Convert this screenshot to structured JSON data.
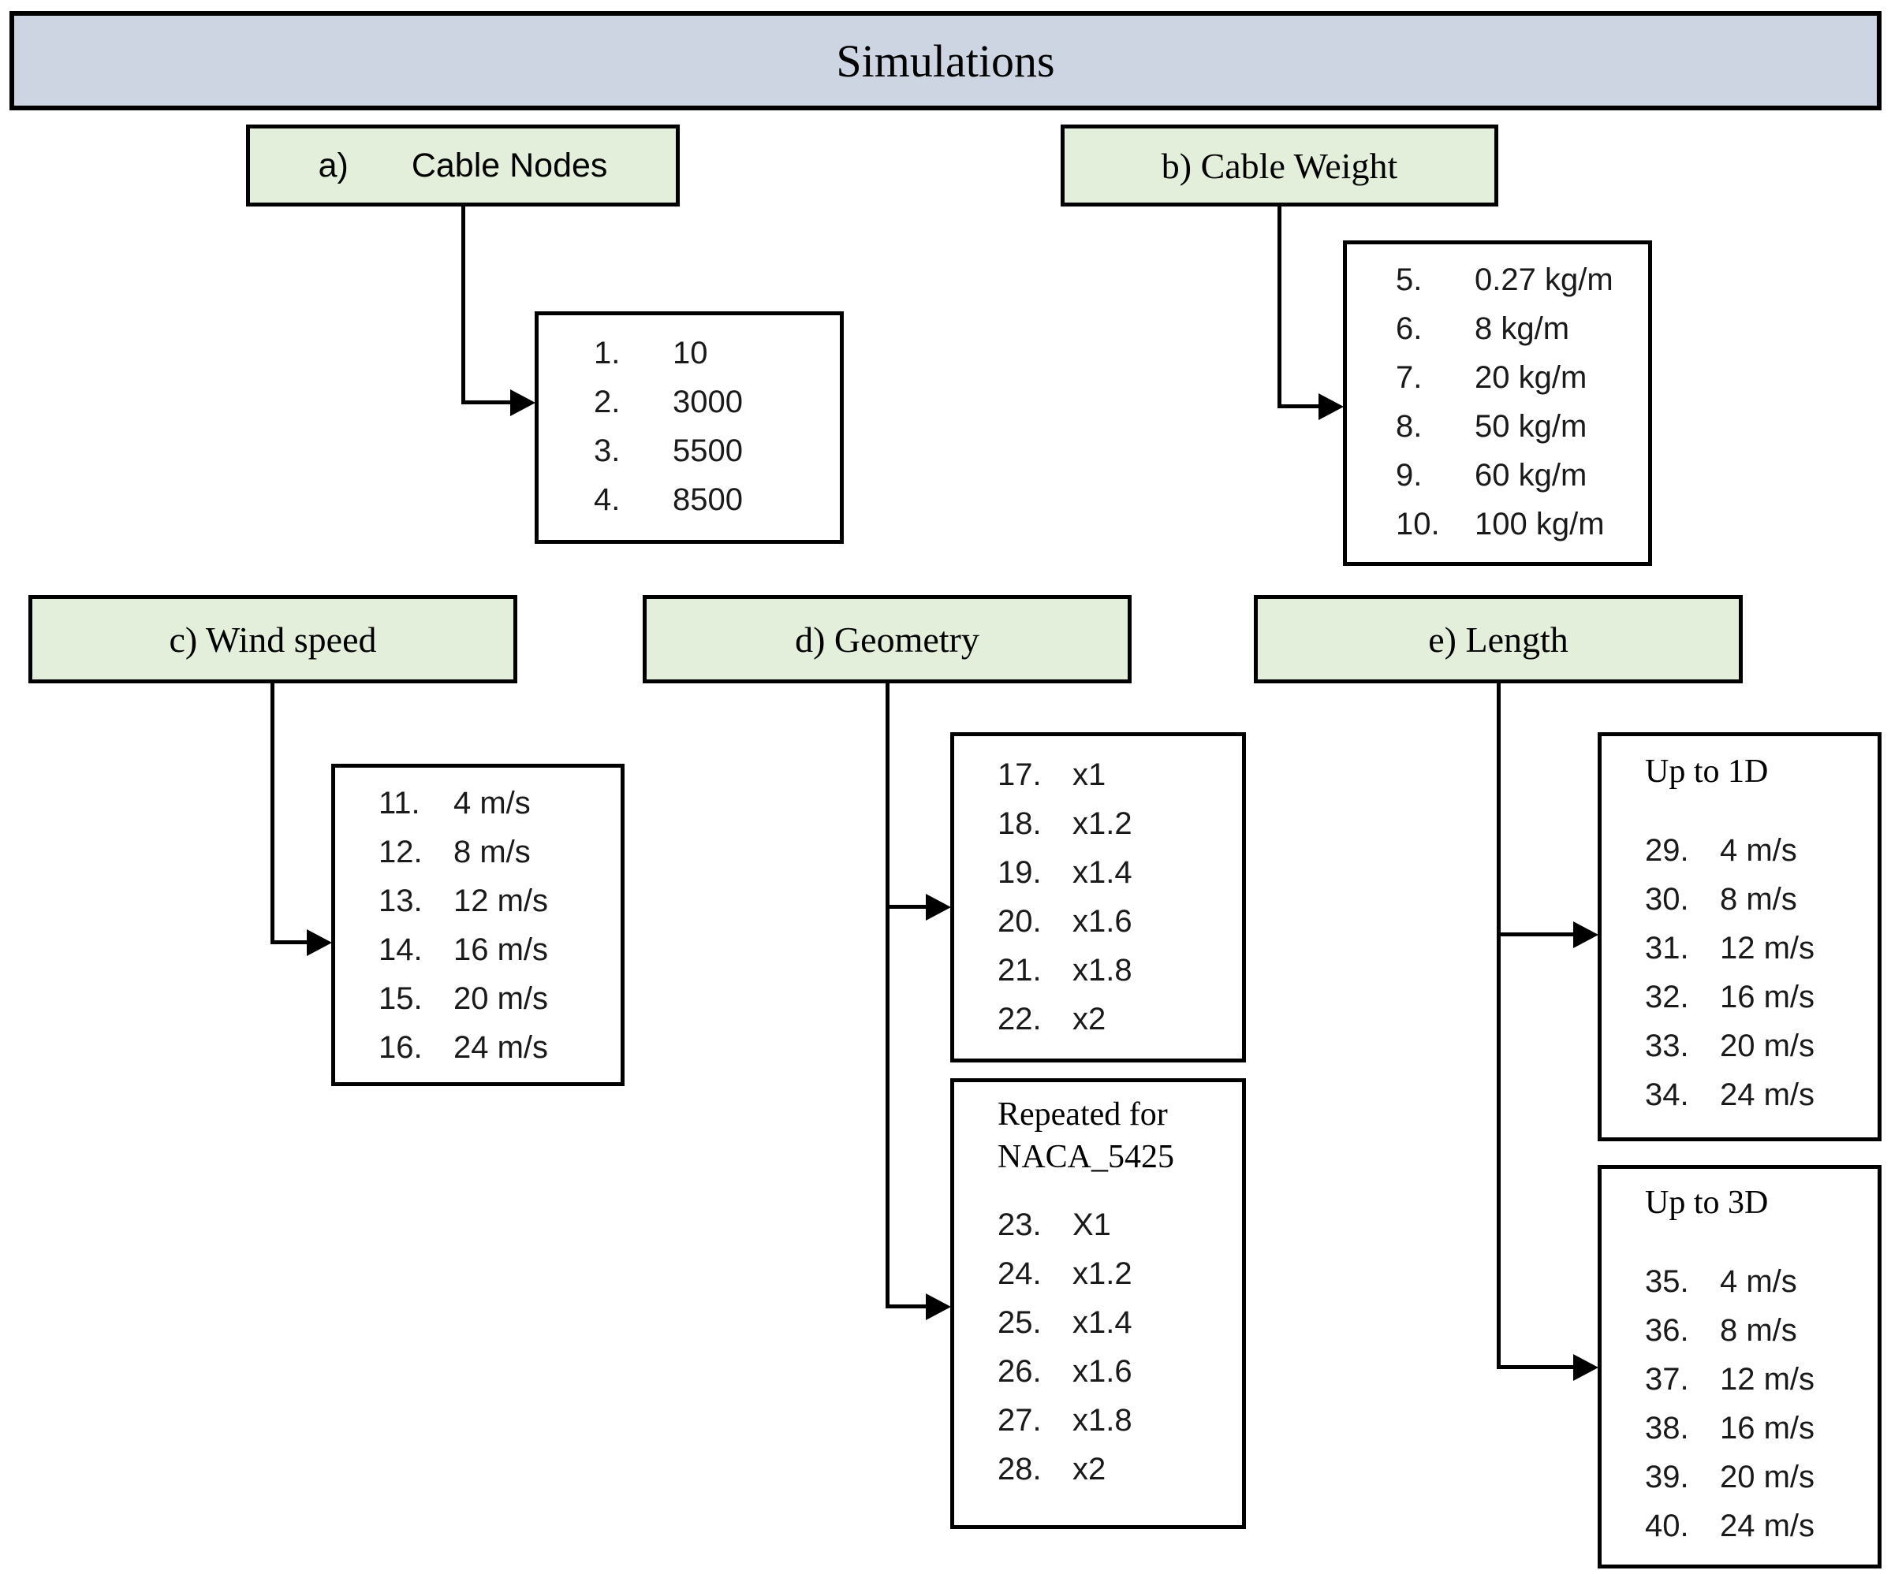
{
  "title": "Simulations",
  "colors": {
    "header_bg": "#cdd5e3",
    "category_bg": "#e3efdb",
    "border": "#000000"
  },
  "categories": {
    "a": {
      "prefix": "a)",
      "label": "Cable Nodes"
    },
    "b": {
      "label": "b) Cable Weight"
    },
    "c": {
      "label": "c) Wind speed"
    },
    "d": {
      "label": "d) Geometry"
    },
    "e": {
      "label": "e) Length"
    }
  },
  "lists": {
    "cable_nodes": {
      "items": [
        [
          "1.",
          "10"
        ],
        [
          "2.",
          "3000"
        ],
        [
          "3.",
          "5500"
        ],
        [
          "4.",
          "8500"
        ]
      ]
    },
    "cable_weight": {
      "items": [
        [
          "5.",
          "0.27 kg/m"
        ],
        [
          "6.",
          "8 kg/m"
        ],
        [
          "7.",
          "20 kg/m"
        ],
        [
          "8.",
          "50 kg/m"
        ],
        [
          "9.",
          "60 kg/m"
        ],
        [
          "10.",
          "100 kg/m"
        ]
      ]
    },
    "wind_speed": {
      "items": [
        [
          "11.",
          "4 m/s"
        ],
        [
          "12.",
          "8 m/s"
        ],
        [
          "13.",
          "12 m/s"
        ],
        [
          "14.",
          "16 m/s"
        ],
        [
          "15.",
          "20 m/s"
        ],
        [
          "16.",
          "24 m/s"
        ]
      ]
    },
    "geometry": {
      "items": [
        [
          "17.",
          "x1"
        ],
        [
          "18.",
          "x1.2"
        ],
        [
          "19.",
          "x1.4"
        ],
        [
          "20.",
          "x1.6"
        ],
        [
          "21.",
          "x1.8"
        ],
        [
          "22.",
          "x2"
        ]
      ]
    },
    "geometry_repeat": {
      "title_line1": "Repeated for",
      "title_line2": "NACA_5425",
      "items": [
        [
          "23.",
          "X1"
        ],
        [
          "24.",
          "x1.2"
        ],
        [
          "25.",
          "x1.4"
        ],
        [
          "26.",
          "x1.6"
        ],
        [
          "27.",
          "x1.8"
        ],
        [
          "28.",
          "x2"
        ]
      ]
    },
    "length_1d": {
      "title": "Up to 1D",
      "items": [
        [
          "29.",
          "4 m/s"
        ],
        [
          "30.",
          "8 m/s"
        ],
        [
          "31.",
          "12 m/s"
        ],
        [
          "32.",
          "16 m/s"
        ],
        [
          "33.",
          "20 m/s"
        ],
        [
          "34.",
          "24 m/s"
        ]
      ]
    },
    "length_3d": {
      "title": "Up to 3D",
      "items": [
        [
          "35.",
          "4 m/s"
        ],
        [
          "36.",
          "8 m/s"
        ],
        [
          "37.",
          "12 m/s"
        ],
        [
          "38.",
          "16 m/s"
        ],
        [
          "39.",
          "20 m/s"
        ],
        [
          "40.",
          "24 m/s"
        ]
      ]
    }
  }
}
